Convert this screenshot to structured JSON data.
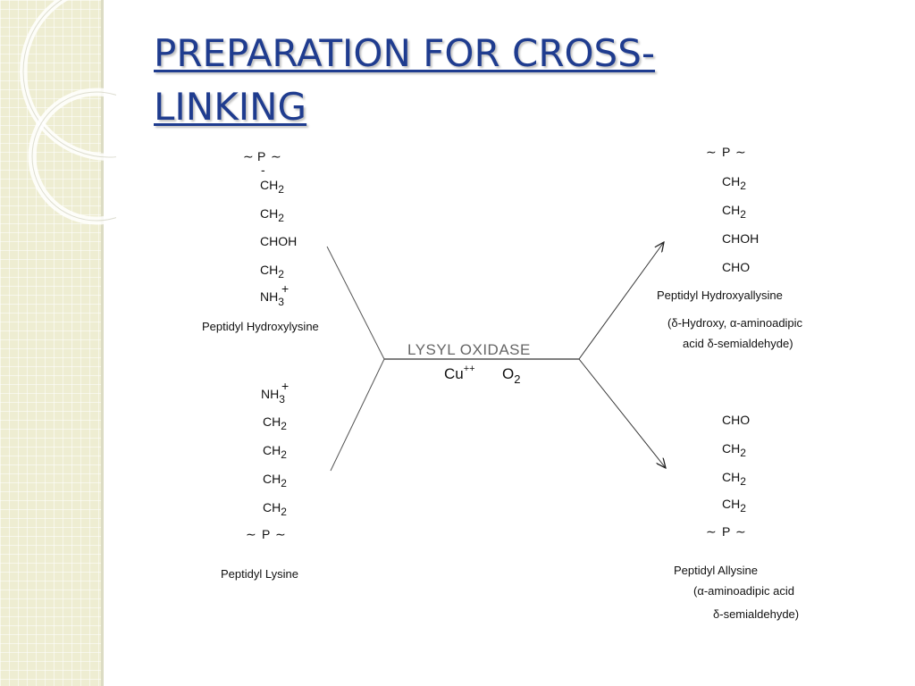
{
  "slide": {
    "title_line1": "PREPARATION FOR CROSS-",
    "title_line2": "LINKING"
  },
  "diagram": {
    "tilde": "∼",
    "p": "P",
    "bond": "-",
    "ch2": "CH",
    "sub2": "2",
    "choh": "CHOH",
    "cho": "CHO",
    "nh3": "NH",
    "sub3": "3",
    "plus": "+",
    "peptidyl_hydroxylysine": "Peptidyl  Hydroxylysine",
    "peptidyl_lysine": "Peptidyl  Lysine",
    "enzyme": "LYSYL  OXIDASE",
    "cofactor_cu": "Cu",
    "cofactor_cu_charge": "++",
    "cofactor_o": "O",
    "cofactor_o_sub": "2",
    "product_top_name": "Peptidyl  Hydroxyallysine",
    "product_top_desc1": "(δ-Hydroxy, α-aminoadipic",
    "product_top_desc2": "acid  δ-semialdehyde)",
    "product_bottom_name": "Peptidyl  Allysine",
    "product_bottom_desc1": "(α-aminoadipic  acid",
    "product_bottom_desc2": "δ-semialdehyde)"
  }
}
